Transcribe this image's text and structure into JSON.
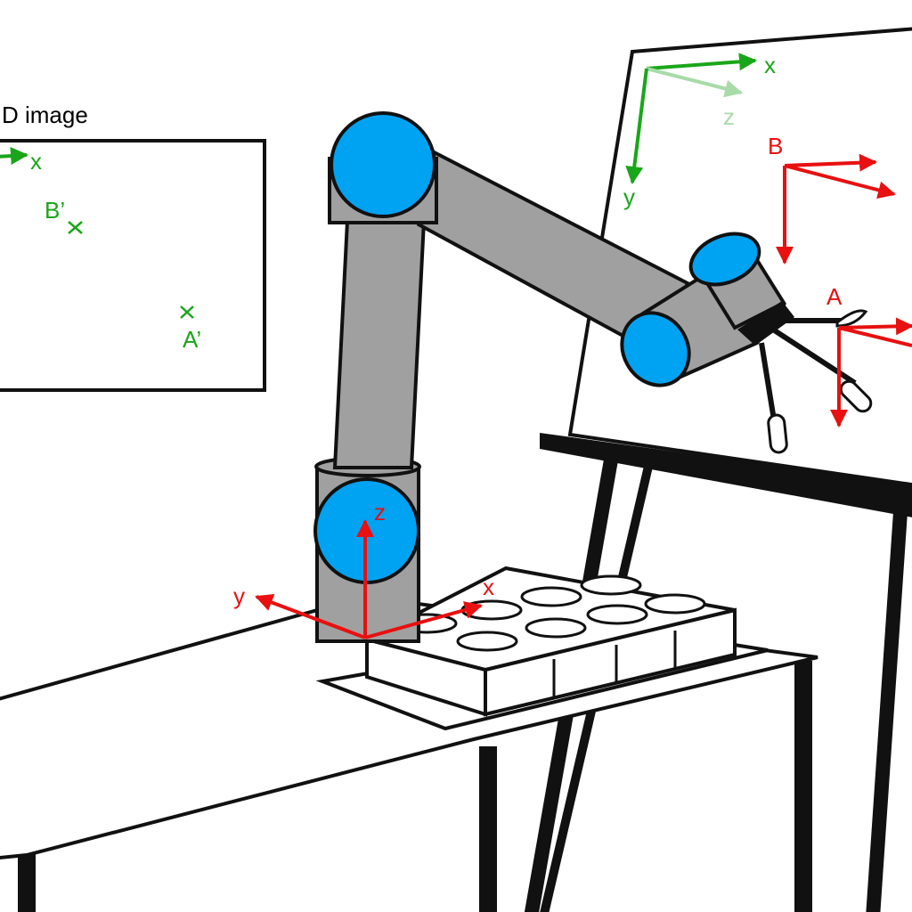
{
  "image_panel": {
    "title": "D image",
    "x_axis_label": "x",
    "point_b_label": "B’",
    "point_a_label": "A’"
  },
  "board": {
    "x_axis_label": "x",
    "y_axis_label": "y",
    "z_axis_label": "z",
    "point_b_label": "B",
    "point_a_label": "A"
  },
  "robot_base": {
    "x_axis_label": "x",
    "y_axis_label": "y",
    "z_axis_label": "z"
  },
  "colors": {
    "robot_joint": "#00a2f2",
    "robot_link": "#a0a0a0",
    "image_axes": "#1aa61a",
    "image_axes_faint": "#a8dba8",
    "robot_axes": "#e81010"
  }
}
